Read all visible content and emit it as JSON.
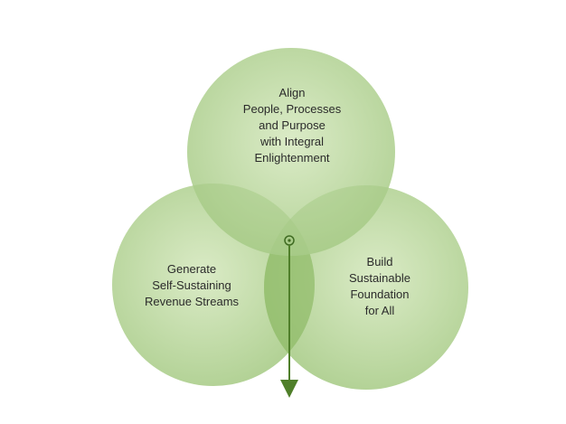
{
  "circles": [
    {
      "id": "top",
      "lines": [
        "Align",
        "People, Processes",
        "and Purpose",
        "with Integral",
        "Enlightenment"
      ]
    },
    {
      "id": "left",
      "lines": [
        "Generate",
        "Self-Sustaining",
        "Revenue Streams"
      ]
    },
    {
      "id": "right",
      "lines": [
        "Build",
        "Sustainable",
        "Foundation",
        "for All"
      ]
    }
  ],
  "colors": {
    "circle_fill_light": "#cfe3b6",
    "circle_fill_dark": "#9fc77c",
    "overlap": "#8dba66",
    "arrow": "#4f7f2a"
  }
}
